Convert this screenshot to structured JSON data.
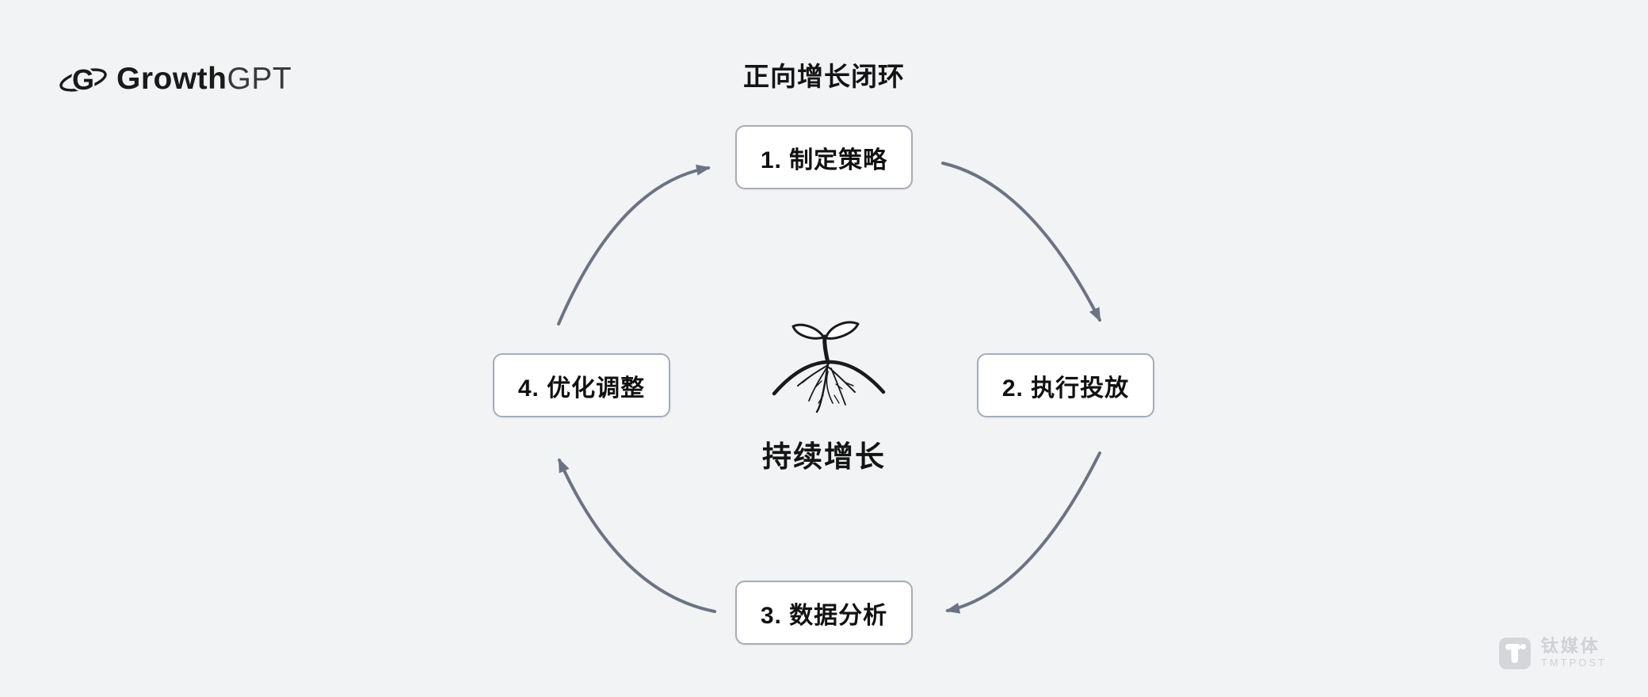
{
  "colors": {
    "background": "#f2f3f5",
    "ink": "#1a1a1a",
    "text": "#111111",
    "box_fill": "#ffffff",
    "box_border": "#a6acb8",
    "arrow": "#6c7483",
    "watermark": "#cfd0d4"
  },
  "logo": {
    "brand_bold": "Growth",
    "brand_light": "GPT",
    "icon": "orbit-g-icon"
  },
  "title": "正向增长闭环",
  "steps": [
    {
      "label": "1. 制定策略"
    },
    {
      "label": "2. 执行投放"
    },
    {
      "label": "3. 数据分析"
    },
    {
      "label": "4. 优化调整"
    }
  ],
  "cycle": {
    "flow": [
      "1. 制定策略",
      "2. 执行投放",
      "3. 数据分析",
      "4. 优化调整"
    ],
    "direction": "clockwise"
  },
  "center": {
    "icon": "sprout-roots-icon",
    "caption": "持续增长"
  },
  "watermark": {
    "cn": "钛媒体",
    "en": "TMTPOST",
    "icon": "tmtpost-t-icon"
  }
}
